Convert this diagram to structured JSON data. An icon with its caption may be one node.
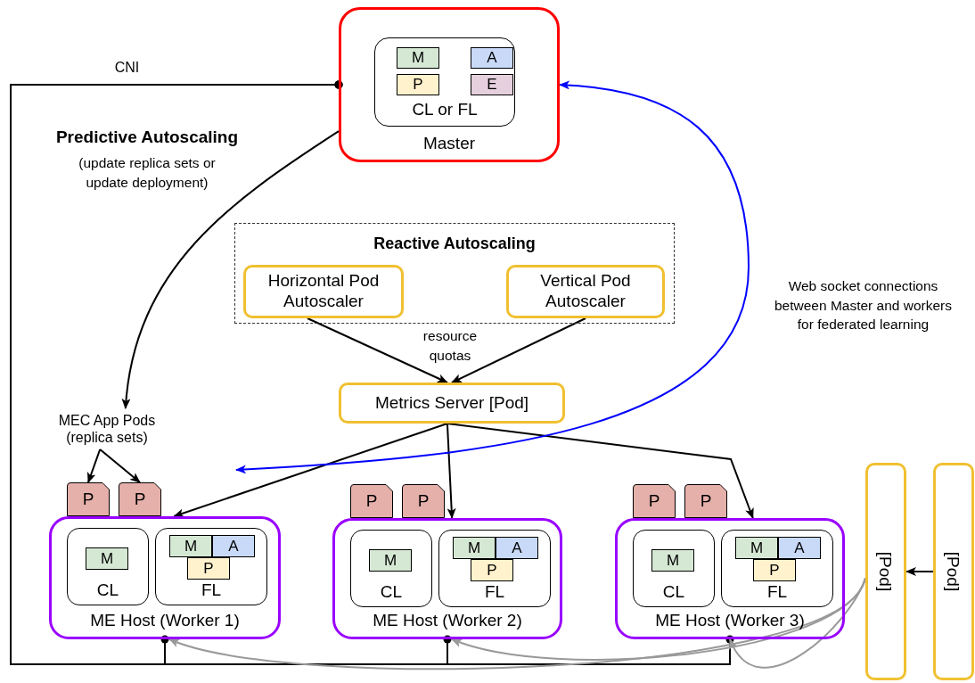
{
  "diagram": {
    "nodes": [
      {
        "text": [
          "Master"
        ]
      },
      {
        "text": [
          "CL or FL"
        ],
        "in": 0
      },
      {
        "text": [
          "M"
        ],
        "in": 1
      },
      {
        "text": [
          "A"
        ],
        "in": 1
      },
      {
        "text": [
          "P"
        ],
        "in": 1
      },
      {
        "text": [
          "E"
        ],
        "in": 1
      },
      {
        "text": [
          "Reactive Autoscaling"
        ]
      },
      {
        "text": [
          "Horizontal Pod Autoscaler"
        ],
        "in": 6
      },
      {
        "text": [
          "Vertical Pod Autoscaler"
        ],
        "in": 6
      },
      {
        "text": [
          "Metrics Server [Pod]"
        ]
      },
      {
        "text": [
          "MEC App Pods (replica sets)"
        ]
      },
      {
        "text": [
          "P"
        ]
      },
      {
        "text": [
          "P"
        ]
      },
      {
        "text": [
          "ME Host (Worker 1)"
        ]
      },
      {
        "text": [
          "CL"
        ],
        "in": 13
      },
      {
        "text": [
          "M"
        ],
        "in": 14
      },
      {
        "text": [
          "FL"
        ],
        "in": 13
      },
      {
        "text": [
          "M"
        ],
        "in": 16
      },
      {
        "text": [
          "A"
        ],
        "in": 16
      },
      {
        "text": [
          "P"
        ],
        "in": 16
      },
      {
        "text": [
          "P"
        ]
      },
      {
        "text": [
          "P"
        ]
      },
      {
        "text": [
          "ME Host (Worker 2)"
        ]
      },
      {
        "text": [
          "CL"
        ],
        "in": 22
      },
      {
        "text": [
          "M"
        ],
        "in": 23
      },
      {
        "text": [
          "FL"
        ],
        "in": 22
      },
      {
        "text": [
          "M"
        ],
        "in": 25
      },
      {
        "text": [
          "A"
        ],
        "in": 25
      },
      {
        "text": [
          "P"
        ],
        "in": 25
      },
      {
        "text": [
          "P"
        ]
      },
      {
        "text": [
          "P"
        ]
      },
      {
        "text": [
          "ME Host (Worker 3)"
        ]
      },
      {
        "text": [
          "CL"
        ],
        "in": 31
      },
      {
        "text": [
          "M"
        ],
        "in": 32
      },
      {
        "text": [
          "FL"
        ],
        "in": 31
      },
      {
        "text": [
          "M"
        ],
        "in": 34
      },
      {
        "text": [
          "A"
        ],
        "in": 34
      },
      {
        "text": [
          "P"
        ],
        "in": 34
      },
      {
        "text": [
          "[Pod]"
        ]
      },
      {
        "text": [
          "[Pod]"
        ]
      }
    ],
    "edges": [
      {
        "from": 0,
        "to": 13,
        "arrow": "other",
        "label": "CNI"
      },
      {
        "from": 0,
        "to": 22,
        "arrow": "other"
      },
      {
        "from": 0,
        "to": 31,
        "arrow": "other"
      },
      {
        "from": 0,
        "to": 10,
        "arrow": "to"
      },
      {
        "from": 10,
        "to": 11,
        "arrow": "to"
      },
      {
        "from": 10,
        "to": 12,
        "arrow": "to"
      },
      {
        "from": 7,
        "to": 9,
        "arrow": "to"
      },
      {
        "from": 8,
        "to": 9,
        "arrow": "to"
      },
      {
        "from": 9,
        "to": 13,
        "arrow": "to"
      },
      {
        "from": 9,
        "to": 22,
        "arrow": "to"
      },
      {
        "from": 9,
        "to": 31,
        "arrow": "to"
      },
      {
        "from": null,
        "to": 0,
        "arrow": "both",
        "color": "#0000ff"
      },
      {
        "from": 38,
        "to": 13,
        "arrow": "to",
        "color": "#999999"
      },
      {
        "from": 38,
        "to": 22,
        "arrow": "to",
        "color": "#999999"
      },
      {
        "from": 38,
        "to": 31,
        "arrow": "to",
        "color": "#999999"
      },
      {
        "from": 39,
        "to": 38,
        "arrow": "to"
      }
    ],
    "labels": [
      "Predictive Autoscaling",
      "(update replica sets or update deployment)",
      "resource quotas",
      "Web socket connections between Master and workers for federated learning"
    ]
  }
}
